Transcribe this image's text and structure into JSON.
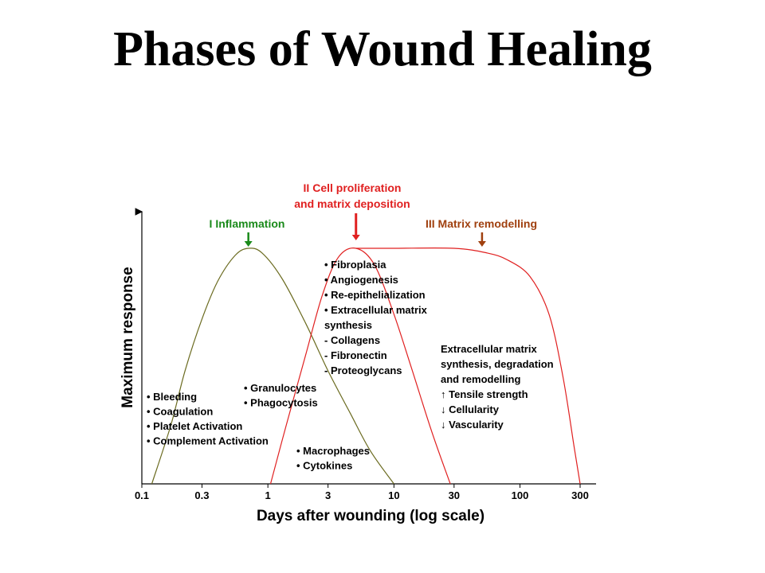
{
  "title": "Phases of Wound Healing",
  "chart_data": {
    "type": "line",
    "xlabel": "Days after wounding (log scale)",
    "ylabel": "Maximum response",
    "x_scale": "log",
    "xlim": [
      0.1,
      300
    ],
    "ylim": [
      0,
      1.2
    ],
    "x_ticks": [
      {
        "value": 0.1,
        "label": "0.1"
      },
      {
        "value": 0.3,
        "label": "0.3"
      },
      {
        "value": 1,
        "label": "1"
      },
      {
        "value": 3,
        "label": "3"
      },
      {
        "value": 10,
        "label": "10"
      },
      {
        "value": 30,
        "label": "30"
      },
      {
        "value": 100,
        "label": "100"
      },
      {
        "value": 300,
        "label": "300"
      }
    ],
    "series": [
      {
        "color": "#6b6b20",
        "points": [
          [
            0.12,
            0
          ],
          [
            0.17,
            0.25
          ],
          [
            0.22,
            0.48
          ],
          [
            0.3,
            0.7
          ],
          [
            0.4,
            0.86
          ],
          [
            0.55,
            0.97
          ],
          [
            0.7,
            1.0
          ],
          [
            0.9,
            0.98
          ],
          [
            1.3,
            0.87
          ],
          [
            2,
            0.68
          ],
          [
            3,
            0.48
          ],
          [
            4.5,
            0.3
          ],
          [
            6.5,
            0.14
          ],
          [
            10,
            0
          ]
        ]
      },
      {
        "color": "#e02020",
        "points": [
          [
            1.05,
            0
          ],
          [
            1.4,
            0.25
          ],
          [
            2,
            0.55
          ],
          [
            2.7,
            0.8
          ],
          [
            3.6,
            0.96
          ],
          [
            5,
            1.0
          ],
          [
            7,
            0.93
          ],
          [
            10,
            0.72
          ],
          [
            14,
            0.48
          ],
          [
            20,
            0.22
          ],
          [
            28,
            0
          ]
        ]
      },
      {
        "color": "#e02020",
        "points": [
          [
            5,
            1.0
          ],
          [
            10,
            1.0
          ],
          [
            30,
            1.0
          ],
          [
            55,
            0.98
          ],
          [
            80,
            0.95
          ],
          [
            120,
            0.88
          ],
          [
            170,
            0.72
          ],
          [
            220,
            0.45
          ],
          [
            270,
            0.15
          ],
          [
            300,
            0
          ]
        ]
      }
    ],
    "phases": [
      {
        "label": "I Inflammation",
        "color": "#1a8a1a",
        "x": 0.7
      },
      {
        "label": "II Cell proliferation",
        "label2": "and matrix deposition",
        "color": "#e02020",
        "x": 5
      },
      {
        "label": "III Matrix remodelling",
        "color": "#a0400f",
        "x": 50
      }
    ],
    "annotations": {
      "list1": [
        "• Bleeding",
        "• Coagulation",
        "• Platelet Activation",
        "• Complement Activation"
      ],
      "list2": [
        "• Granulocytes",
        "• Phagocytosis"
      ],
      "list3": [
        "• Macrophages",
        "• Cytokines"
      ],
      "list4": [
        "• Fibroplasia",
        "• Angiogenesis",
        "• Re-epithelialization",
        "• Extracellular matrix",
        "synthesis",
        "- Collagens",
        "- Fibronectin",
        "- Proteoglycans"
      ],
      "list5": [
        "Extracellular matrix",
        "synthesis, degradation",
        "and remodelling",
        "↑ Tensile strength",
        "↓ Cellularity",
        "↓ Vascularity"
      ]
    }
  }
}
